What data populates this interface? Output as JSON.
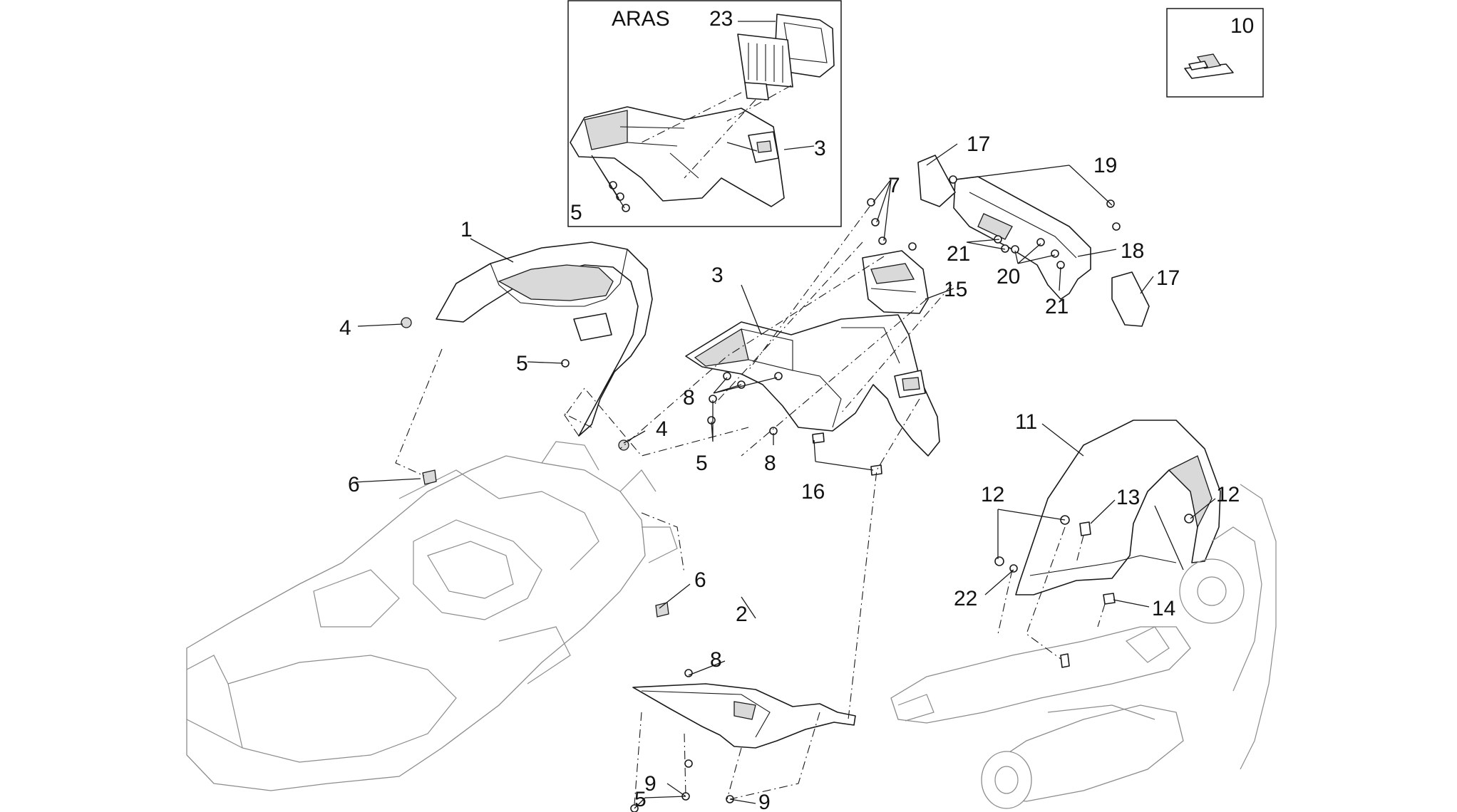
{
  "inset_title": "ARAS",
  "labels": {
    "l1": "1",
    "l2": "2",
    "l3a": "3",
    "l3b": "3",
    "l4a": "4",
    "l4b": "4",
    "l5a": "5",
    "l5b": "5",
    "l5c": "5",
    "l5d": "5",
    "l6a": "6",
    "l6b": "6",
    "l7": "7",
    "l8a": "8",
    "l8b": "8",
    "l8c": "8",
    "l9a": "9",
    "l9b": "9",
    "l10": "10",
    "l11": "11",
    "l12a": "12",
    "l12b": "12",
    "l13": "13",
    "l14": "14",
    "l15": "15",
    "l16": "16",
    "l17a": "17",
    "l17b": "17",
    "l18": "18",
    "l19": "19",
    "l20": "20",
    "l21a": "21",
    "l21b": "21",
    "l22": "22",
    "l23": "23"
  }
}
